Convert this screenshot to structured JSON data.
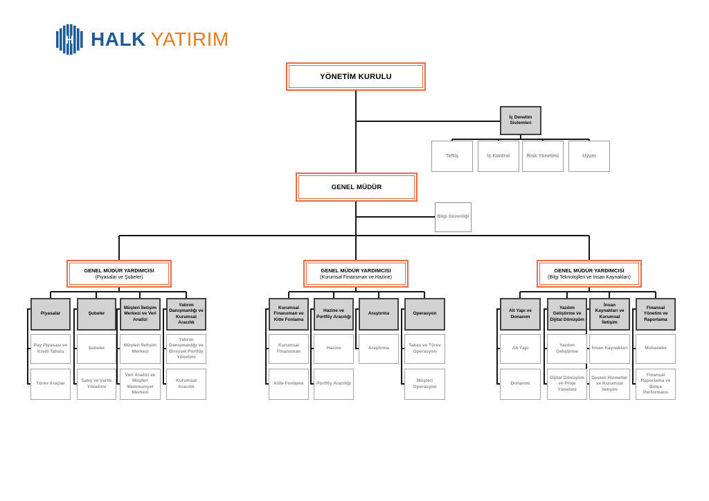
{
  "brand": {
    "name_primary": "HALK",
    "name_secondary": "YATIRIM",
    "colors": {
      "brand_blue": "#1D5A96",
      "brand_orange": "#E8791D",
      "accent_border": "#EA6A46",
      "unit_header_fill": "#D2D2D2",
      "muted_text": "#8B8B8B"
    }
  },
  "org": {
    "board": "YÖNETİM KURULU",
    "gm": "GENEL MÜDÜR",
    "info_security": "Bilgi Güvenliği",
    "internal_audit": {
      "label": "İç Denetim Sistemleri",
      "children": [
        "Teftiş",
        "İç Kontrol",
        "Risk Yönetimi",
        "Uyum"
      ]
    },
    "deputies": [
      {
        "title": "GENEL MÜDÜR YARDIMCISI",
        "subtitle": "(Piyasalar ve Şubeler)",
        "columns": [
          {
            "header": "Piyasalar",
            "children": [
              "Pay Piyasası ve Kredi Tahsis",
              "Türev Araçlar"
            ]
          },
          {
            "header": "Şubeler",
            "children": [
              "Şubeler",
              "Satış ve Varlık Yönetimi"
            ]
          },
          {
            "header": "Müşteri İletişim Merkezi ve Veri Analizi",
            "children": [
              "Müşteri İletişim Merkezi",
              "Veri Analizi ve Müşteri Memnuniyet Merkezi"
            ]
          },
          {
            "header": "Yatırım Danışmanlığı ve Kurumsal Aracılık",
            "children": [
              "Yatırım Danışmanlığı ve Bireysel Portföy Yönetimi",
              "Kurumsal Aracılık"
            ]
          }
        ]
      },
      {
        "title": "GENEL MÜDÜR YARDIMCISI",
        "subtitle": "(Kurumsal Finansman ve Hazine)",
        "columns": [
          {
            "header": "Kurumsal Finansman ve Kitle Fonlama",
            "children": [
              "Kurumsal Finansman",
              "Kitle Fonlama"
            ]
          },
          {
            "header": "Hazine ve Portföy Aracılığı",
            "children": [
              "Hazine",
              "Portföy Aracılığı"
            ]
          },
          {
            "header": "Araştırma",
            "children": [
              "Araştırma"
            ]
          },
          {
            "header": "Operasyon",
            "children": [
              "Takas ve Türev Operasyon",
              "Müşteri Operasyon"
            ]
          }
        ]
      },
      {
        "title": "GENEL MÜDÜR YARDIMCISI",
        "subtitle": "(Bilgi Teknolojileri ve İnsan Kaynakları)",
        "columns": [
          {
            "header": "Alt Yapı ve Donanım",
            "children": [
              "Alt Yapı",
              "Donanım"
            ]
          },
          {
            "header": "Yazılım Geliştirme ve Dijital Dönüşüm",
            "children": [
              "Yazılım Geliştirme",
              "Dijital Dönüşüm ve Proje Yönetimi"
            ]
          },
          {
            "header": "İnsan Kaynakları ve Kurumsal İletişim",
            "children": [
              "İnsan Kaynakları",
              "Destek Hizmetler ve Kurumsal İletişim"
            ]
          },
          {
            "header": "Finansal Yönetim ve Raporlama",
            "children": [
              "Muhasebe",
              "Finansal Raporlama ve Bütçe Performans"
            ]
          }
        ]
      }
    ]
  }
}
